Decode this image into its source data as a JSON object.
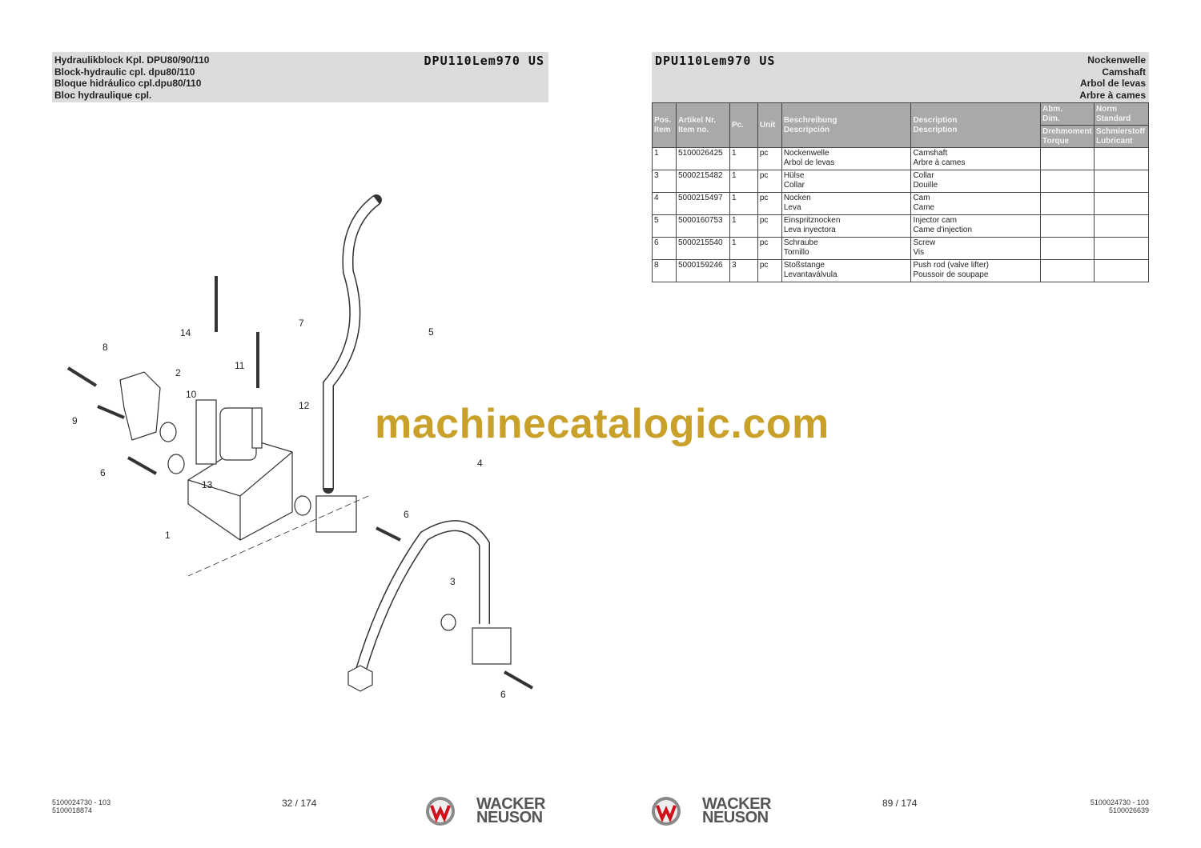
{
  "left_page": {
    "header_lines": [
      "Hydraulikblock Kpl. DPU80/90/110",
      "Block-hydraulic cpl. dpu80/110",
      "Bloque hidráulico cpl.dpu80/110",
      "Bloc hydraulique cpl."
    ],
    "model": "DPU110Lem970 US",
    "callouts": [
      "14",
      "8",
      "2",
      "11",
      "7",
      "10",
      "12",
      "9",
      "6",
      "13",
      "1",
      "5",
      "4",
      "6",
      "3",
      "6"
    ],
    "footer_doc": [
      "5100024730 - 103",
      "5100018874"
    ],
    "page": "32 / 174"
  },
  "right_page": {
    "model": "DPU110Lem970 US",
    "titles": [
      "Nockenwelle",
      "Camshaft",
      "Arbol de levas",
      "Arbre à cames"
    ],
    "table_headers": {
      "pos": [
        "Pos.",
        "Item"
      ],
      "artikel": [
        "Artikel Nr.",
        "Item no."
      ],
      "pc": "Pc.",
      "unit": "Unit",
      "beschreibung": [
        "Beschreibung",
        "Descripción"
      ],
      "description": [
        "Description",
        "Description"
      ],
      "abm": [
        "Abm.",
        "Dim."
      ],
      "norm": [
        "Norm",
        "Standard"
      ],
      "drehmoment": [
        "Drehmoment",
        "Torque"
      ],
      "schmierstoff": [
        "Schmierstoff",
        "Lubricant"
      ]
    },
    "rows": [
      {
        "pos": "1",
        "item": "5100026425",
        "pc": "1",
        "unit": "pc",
        "desc1": [
          "Nockenwelle",
          "Arbol de levas"
        ],
        "desc2": [
          "Camshaft",
          "Arbre à cames"
        ]
      },
      {
        "pos": "3",
        "item": "5000215482",
        "pc": "1",
        "unit": "pc",
        "desc1": [
          "Hülse",
          "Collar"
        ],
        "desc2": [
          "Collar",
          "Douille"
        ]
      },
      {
        "pos": "4",
        "item": "5000215497",
        "pc": "1",
        "unit": "pc",
        "desc1": [
          "Nocken",
          "Leva"
        ],
        "desc2": [
          "Cam",
          "Came"
        ]
      },
      {
        "pos": "5",
        "item": "5000160753",
        "pc": "1",
        "unit": "pc",
        "desc1": [
          "Einspritznocken",
          "Leva inyectora"
        ],
        "desc2": [
          "Injector cam",
          "Came d'injection"
        ]
      },
      {
        "pos": "6",
        "item": "5000215540",
        "pc": "1",
        "unit": "pc",
        "desc1": [
          "Schraube",
          "Tornillo"
        ],
        "desc2": [
          "Screw",
          "Vis"
        ]
      },
      {
        "pos": "8",
        "item": "5000159246",
        "pc": "3",
        "unit": "pc",
        "desc1": [
          "Stoßstange",
          "Levantaválvula"
        ],
        "desc2": [
          "Push rod (valve lifter)",
          "Poussoir de soupape"
        ]
      }
    ],
    "footer_doc": [
      "5100024730 - 103",
      "5100026639"
    ],
    "page": "89 / 174"
  },
  "brand": "WACKER NEUSON",
  "brand_lines": [
    "WACKER",
    "NEUSON"
  ],
  "watermark": "machinecatalogic.com"
}
